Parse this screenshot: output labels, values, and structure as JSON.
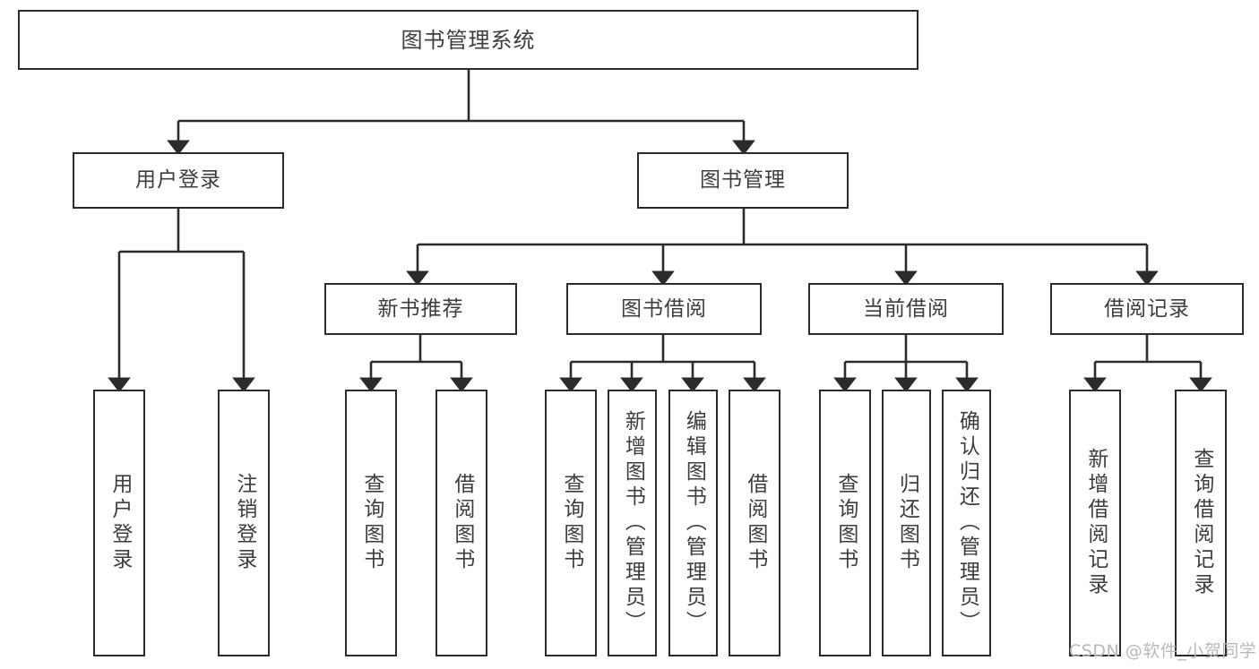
{
  "diagram": {
    "type": "tree",
    "title": "图书管理系统",
    "root": {
      "label": "图书管理系统"
    },
    "level2": [
      {
        "label": "用户登录"
      },
      {
        "label": "图书管理"
      }
    ],
    "level3": [
      {
        "label": "新书推荐"
      },
      {
        "label": "图书借阅"
      },
      {
        "label": "当前借阅"
      },
      {
        "label": "借阅记录"
      }
    ],
    "leaves": {
      "user_login": [
        {
          "label": "用户登录"
        },
        {
          "label": "注销登录"
        }
      ],
      "new_book_recommend": [
        {
          "label": "查询图书"
        },
        {
          "label": "借阅图书"
        }
      ],
      "book_borrow": [
        {
          "label": "查询图书"
        },
        {
          "label": "新增图书（管理员）"
        },
        {
          "label": "编辑图书（管理员）"
        },
        {
          "label": "借阅图书"
        }
      ],
      "current_borrow": [
        {
          "label": "查询图书"
        },
        {
          "label": "归还图书"
        },
        {
          "label": "确认归还（管理员）"
        }
      ],
      "borrow_record": [
        {
          "label": "新增借阅记录"
        },
        {
          "label": "查询借阅记录"
        }
      ]
    }
  },
  "watermark": {
    "text": "CSDN @软件_小贺同学"
  },
  "colors": {
    "stroke": "#2b2b2b",
    "text": "#3d3d3d",
    "background": "#ffffff",
    "watermark": "#b9b9b9"
  }
}
